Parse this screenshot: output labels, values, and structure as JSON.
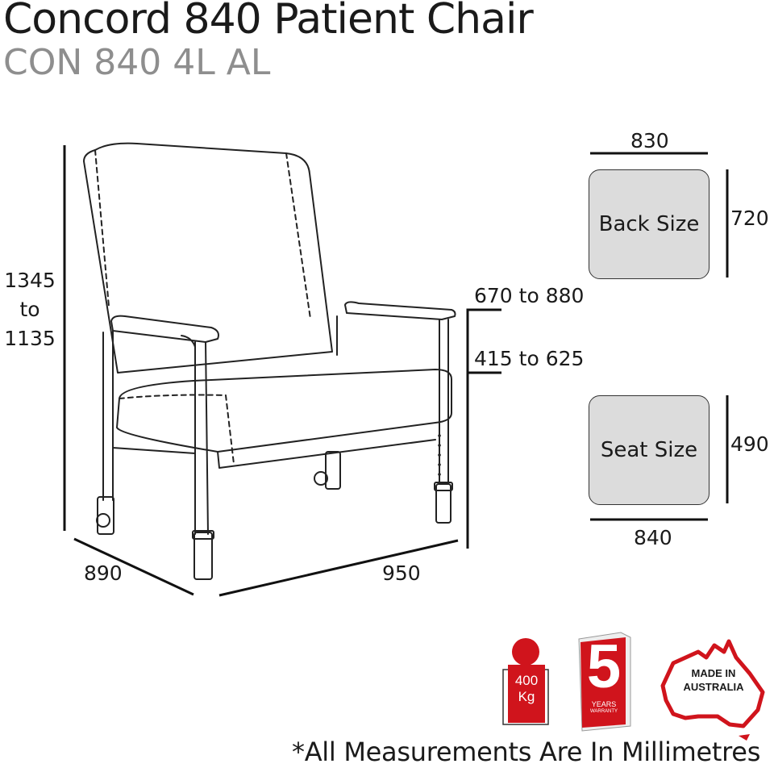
{
  "header": {
    "title": "Concord 840 Patient Chair",
    "model_code": "CON 840 4L AL"
  },
  "dimensions": {
    "height_max": "1345",
    "height_to": "to",
    "height_min": "1135",
    "depth": "890",
    "width": "950",
    "arm_height": "670 to 880",
    "seat_height": "415 to 625"
  },
  "back": {
    "label": "Back Size",
    "width": "830",
    "height": "720"
  },
  "seat": {
    "label": "Seat Size",
    "height": "490",
    "width": "840"
  },
  "badges": {
    "weight": {
      "value": "400",
      "unit": "Kg"
    },
    "warranty": {
      "number": "5",
      "line1": "YEARS",
      "line2": "WARRANTY"
    },
    "origin": {
      "line1": "MADE IN",
      "line2": "AUSTRALIA"
    }
  },
  "colors": {
    "accent_red": "#d0141c",
    "box_fill": "#dcdcdc"
  },
  "footer": {
    "note": "*All Measurements Are In Millimetres"
  }
}
